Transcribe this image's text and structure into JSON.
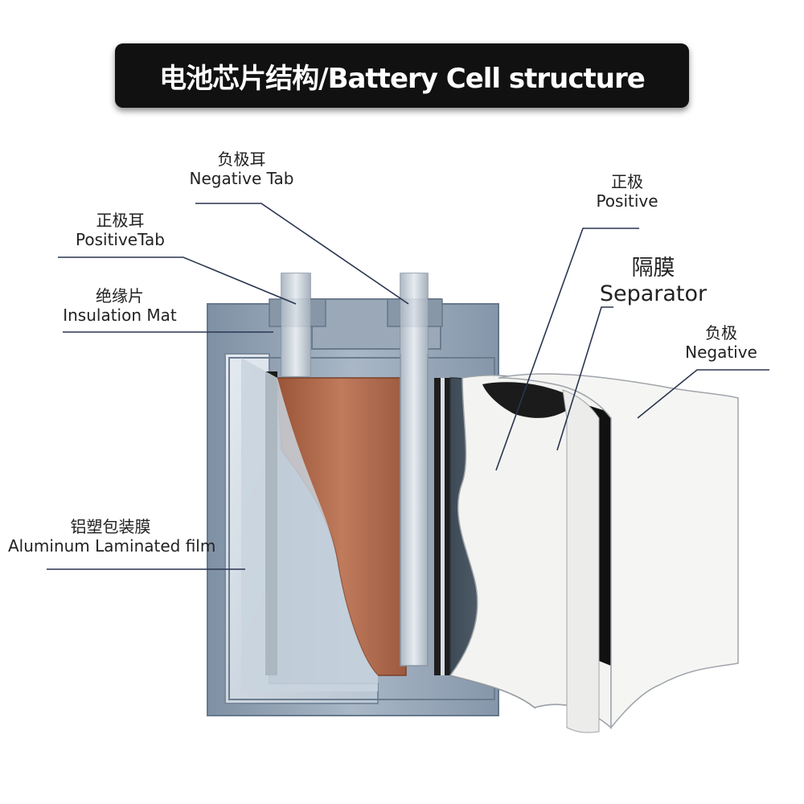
{
  "title": "电池芯片结构/Battery Cell structure",
  "labels": {
    "negative_tab": {
      "zh": "负极耳",
      "en": "Negative Tab"
    },
    "positive_tab": {
      "zh": "正极耳",
      "en": "PositiveTab"
    },
    "insulation_mat": {
      "zh": "绝缘片",
      "en": "Insulation Mat"
    },
    "aluminum_film": {
      "zh": "铝塑包装膜",
      "en": "Aluminum Laminated film"
    },
    "positive": {
      "zh": "正极",
      "en": "Positive"
    },
    "separator": {
      "zh": "隔膜",
      "en": "Separator"
    },
    "negative": {
      "zh": "负极",
      "en": "Negative"
    }
  },
  "colors": {
    "banner": "#111111",
    "pouch": "#8fa0b2",
    "electrode_copper": "#b0664a",
    "tab_metal": "#c9d2dc",
    "separator_white": "#f4f4f2",
    "negative_black": "#111111",
    "leader_line": "#2a3550"
  }
}
